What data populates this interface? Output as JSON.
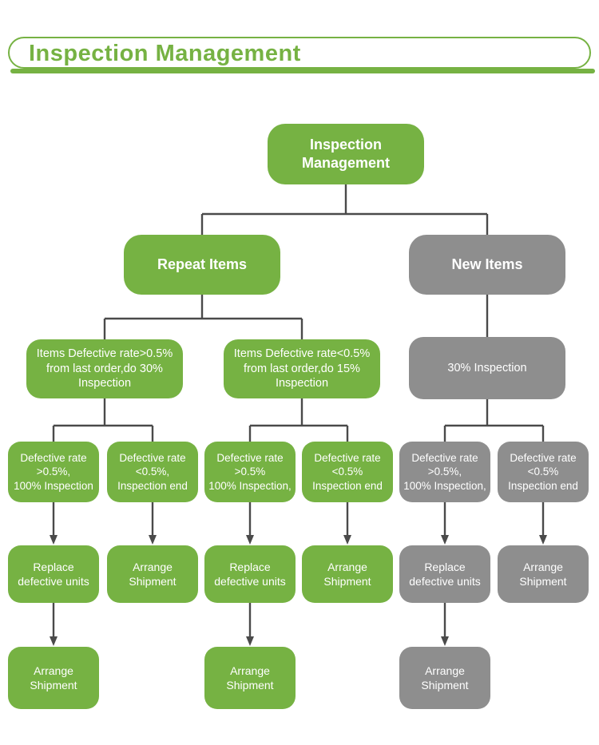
{
  "header": {
    "title": "Inspection Management"
  },
  "colors": {
    "green": "#76b243",
    "gray": "#8e8e8e",
    "connector_line": "#4a4a4a",
    "node_text": "#ffffff",
    "title_text": "#76b243"
  },
  "nodes": {
    "root": {
      "label": "Inspection\nManagement"
    },
    "repeat_items": {
      "label": "Repeat Items"
    },
    "new_items": {
      "label": "New Items"
    },
    "repeat_high": {
      "label": "Items Defective rate>0.5%\nfrom last order,do 30%\nInspection"
    },
    "repeat_low": {
      "label": "Items Defective rate<0.5%\nfrom last order,do 15%\nInspection"
    },
    "new_30": {
      "label": "30% Inspection"
    },
    "rate30_high": {
      "label": "Defective rate\n>0.5%,\n100% Inspection"
    },
    "rate30_low": {
      "label": "Defective rate\n<0.5%,\nInspection end"
    },
    "rate15_high": {
      "label": "Defective rate\n>0.5%\n100% Inspection,"
    },
    "rate15_low": {
      "label": "Defective rate\n<0.5%\nInspection end"
    },
    "ratenew_high": {
      "label": "Defective rate\n>0.5%,\n100% Inspection,"
    },
    "ratenew_low": {
      "label": "Defective rate\n<0.5%\nInspection end"
    },
    "replace_1": {
      "label": "Replace\ndefective units"
    },
    "ship_1": {
      "label": "Arrange\nShipment"
    },
    "replace_2": {
      "label": "Replace\ndefective units"
    },
    "ship_2": {
      "label": "Arrange\nShipment"
    },
    "replace_3": {
      "label": "Replace\ndefective units"
    },
    "ship_3": {
      "label": "Arrange\nShipment"
    },
    "final_ship_1": {
      "label": "Arrange\nShipment"
    },
    "final_ship_2": {
      "label": "Arrange\nShipment"
    },
    "final_ship_3": {
      "label": "Arrange\nShipment"
    }
  }
}
